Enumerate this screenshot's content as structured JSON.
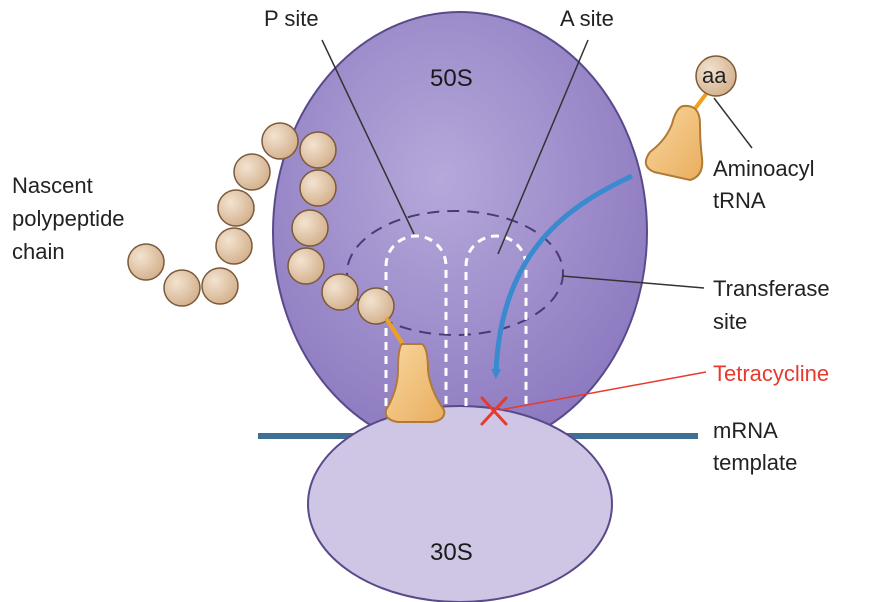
{
  "labels": {
    "p_site": "P site",
    "a_site": "A site",
    "large_subunit": "50S",
    "small_subunit": "30S",
    "amino_acid": "aa",
    "nascent_line1": "Nascent",
    "nascent_line2": "polypeptide",
    "nascent_line3": "chain",
    "aminoacyl_line1": "Aminoacyl",
    "aminoacyl_line2": "tRNA",
    "transferase_line1": "Transferase",
    "transferase_line2": "site",
    "tetracycline": "Tetracycline",
    "mrna_line1": "mRNA",
    "mrna_line2": "template"
  },
  "colors": {
    "large_subunit": "#a08fc8",
    "small_subunit": "#cfc6e6",
    "subunit_outline": "#5a4a8a",
    "mrna": "#3f6f92",
    "bead": "#e2c7a8",
    "bead_outline": "#7a5a3a",
    "trna": "#f2c27e",
    "trna_outline": "#b27a36",
    "arrow": "#3a8ad0",
    "inhibitor": "#e8392f",
    "tetracycline_text": "#e8392f"
  }
}
